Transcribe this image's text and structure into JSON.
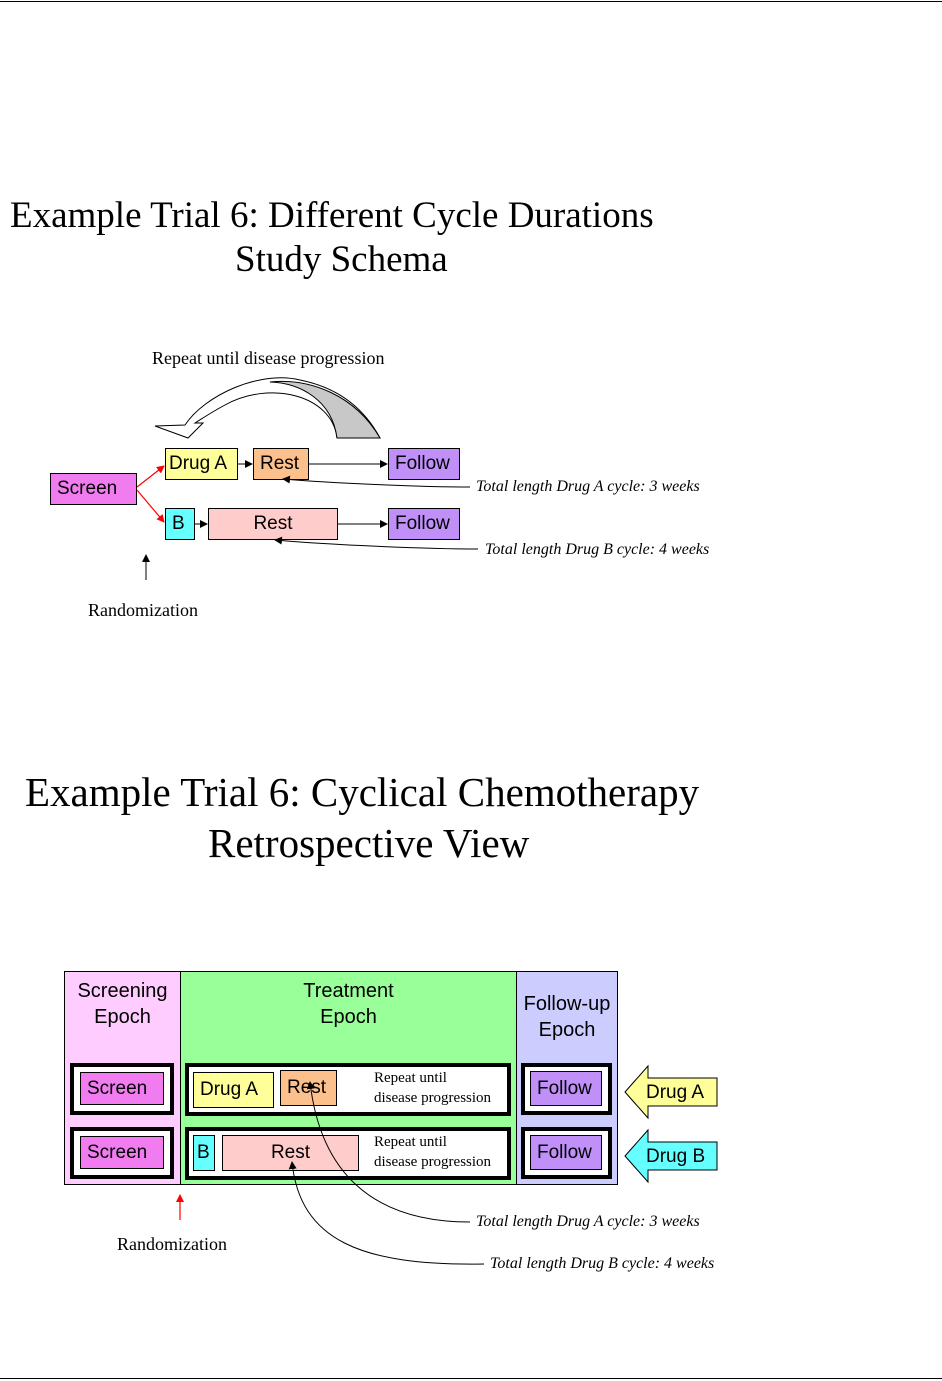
{
  "schema": {
    "title_line1": "Example Trial 6: Different Cycle Durations",
    "title_line2": "Study Schema",
    "repeat_label": "Repeat until disease progression",
    "screen": "Screen",
    "drug_a": "Drug A",
    "rest_a": "Rest",
    "follow_a": "Follow",
    "b": "B",
    "rest_b": "Rest",
    "follow_b": "Follow",
    "note_a": "Total length Drug A cycle: 3 weeks",
    "note_b": "Total length Drug B cycle: 4 weeks",
    "randomization": "Randomization"
  },
  "retro": {
    "title_line1": "Example Trial 6: Cyclical Chemotherapy",
    "title_line2": "Retrospective View",
    "screening_epoch": [
      "Screening",
      "Epoch"
    ],
    "treatment_epoch": [
      "Treatment",
      "Epoch"
    ],
    "followup_epoch": [
      "Follow-up",
      "Epoch"
    ],
    "screen_a": "Screen",
    "screen_b": "Screen",
    "drug_a": "Drug A",
    "rest_a": "Rest",
    "b": "B",
    "rest_b": "Rest",
    "repeat_a": [
      "Repeat until",
      "disease progression"
    ],
    "repeat_b": [
      "Repeat until",
      "disease progression"
    ],
    "follow_a": "Follow",
    "follow_b": "Follow",
    "arm_a": "Drug A",
    "arm_b": "Drug B",
    "note_a": "Total length Drug A cycle: 3 weeks",
    "note_b": "Total length Drug B cycle: 4 weeks",
    "randomization": "Randomization"
  },
  "colors": {
    "screen": "#f07cf0",
    "drug_a": "#ffff99",
    "rest_a": "#fcc08c",
    "follow": "#c090f8",
    "b": "#66ffff",
    "rest_b": "#ffcccc",
    "screening_bg": "#ffccff",
    "treatment_bg": "#99ff99",
    "followup_bg": "#ccccff",
    "red_arrow": "#ff0000"
  }
}
